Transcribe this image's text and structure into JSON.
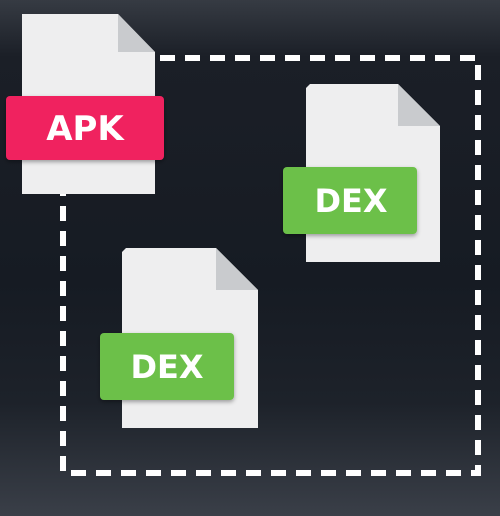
{
  "files": {
    "apk": {
      "label": "APK",
      "label_color": "#f0245f"
    },
    "dex_top": {
      "label": "DEX",
      "label_color": "#6cc04a"
    },
    "dex_bottom": {
      "label": "DEX",
      "label_color": "#6cc04a"
    }
  },
  "colors": {
    "background": "#161b23",
    "file_body": "#eeeeef",
    "file_fold": "#c9cbce",
    "dashed_border": "#ffffff"
  },
  "icons": [
    "apk-file-icon",
    "dex-file-icon",
    "dex-file-icon"
  ]
}
